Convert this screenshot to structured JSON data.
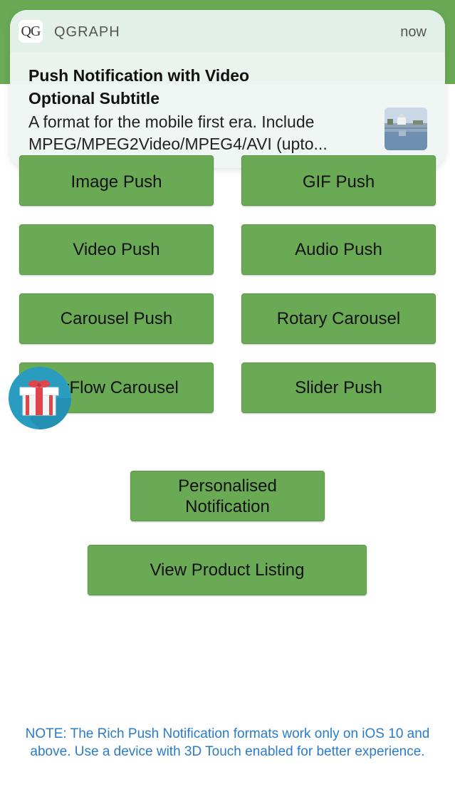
{
  "notification": {
    "app_icon_text": "QG",
    "app_name": "QGRAPH",
    "time": "now",
    "title_line1": "Push Notification with Video",
    "title_line2": "Optional Subtitle",
    "body_line1": "A format for the mobile first era. Include",
    "body_line2": "MPEG/MPEG2Video/MPEG4/AVI (upto..."
  },
  "buttons": {
    "image_push": "Image Push",
    "gif_push": "GIF Push",
    "video_push": "Video Push",
    "audio_push": "Audio Push",
    "carousel_push": "Carousel Push",
    "rotary_carousel": "Rotary Carousel",
    "coverflow_carousel": "erFlow Carousel",
    "slider_push": "Slider Push",
    "personalised_line1": "Personalised",
    "personalised_line2": "Notification",
    "view_product_listing": "View Product Listing"
  },
  "note": "NOTE: The Rich Push Notification formats work only on iOS 10 and above. Use a device with 3D Touch enabled for better experience.",
  "colors": {
    "accent_green": "#6aaa55",
    "note_blue": "#2a7bc8",
    "gift_circle": "#2a9cc0"
  },
  "icons": {
    "app": "qgraph-logo-icon",
    "thumbnail": "video-thumbnail-icon",
    "floating": "gift-icon"
  }
}
